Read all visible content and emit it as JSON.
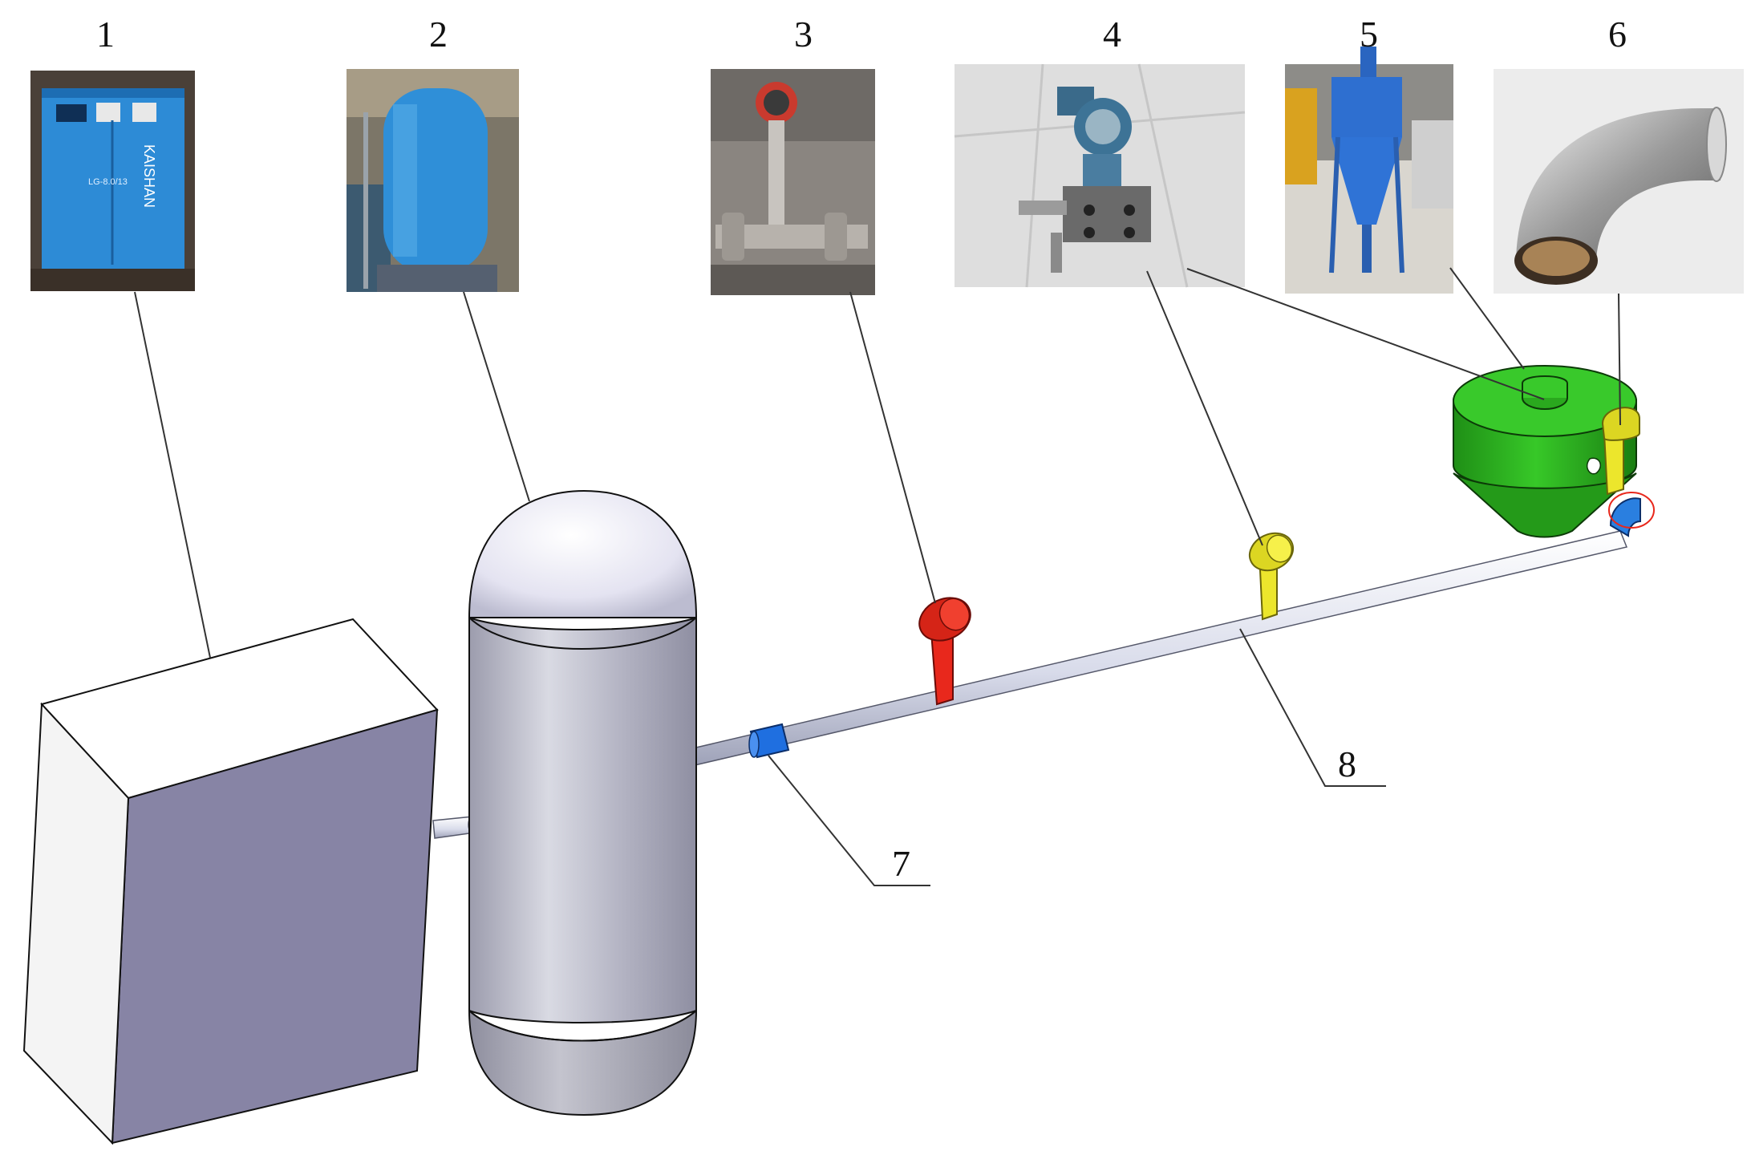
{
  "labels": {
    "l1": "1",
    "l2": "2",
    "l3": "3",
    "l4": "4",
    "l5": "5",
    "l6": "6",
    "l7": "7",
    "l8": "8"
  },
  "components": {
    "compressor_photo": {
      "brand_text": "KAISHAN",
      "model_text": "LG-8.0/13"
    }
  },
  "colors": {
    "flowmeter": "#e8281c",
    "pressure_transmitter": "#ece62c",
    "cyclone": "#2fc21f",
    "elbow": "#2a7fe0",
    "coupling": "#1f6fe0",
    "box_front": "#8784a5",
    "box_side": "#f4f4f4",
    "tank_body": "#b8b8c6",
    "pipe": "#dfe2ef"
  }
}
